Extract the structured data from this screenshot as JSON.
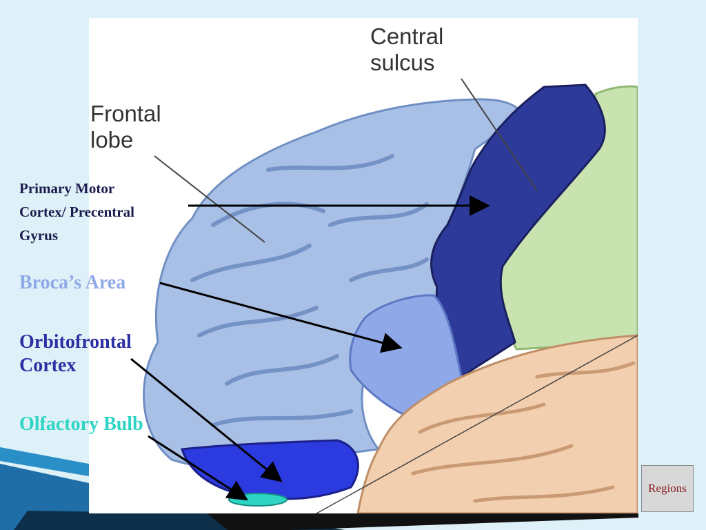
{
  "figure": {
    "central_sulcus_line1": "Central",
    "central_sulcus_line2": "sulcus",
    "frontal_lobe_line1": "Frontal",
    "frontal_lobe_line2": "lobe"
  },
  "labels": {
    "motor_line1": "Primary Motor",
    "motor_line2": "Cortex/ Precentral",
    "motor_line3": "Gyrus",
    "broca": "Broca’s Area",
    "orbitofrontal_line1": "Orbitofrontal",
    "orbitofrontal_line2": "Cortex",
    "olfactory": "Olfactory Bulb"
  },
  "colors": {
    "motor": "#1a1a4e",
    "broca": "#8fa9e8",
    "orbitofrontal": "#2b2fa3",
    "olfactory": "#2dd4c4",
    "button_text": "#8b1a1a"
  },
  "nav": {
    "regions_label": "Regions"
  }
}
